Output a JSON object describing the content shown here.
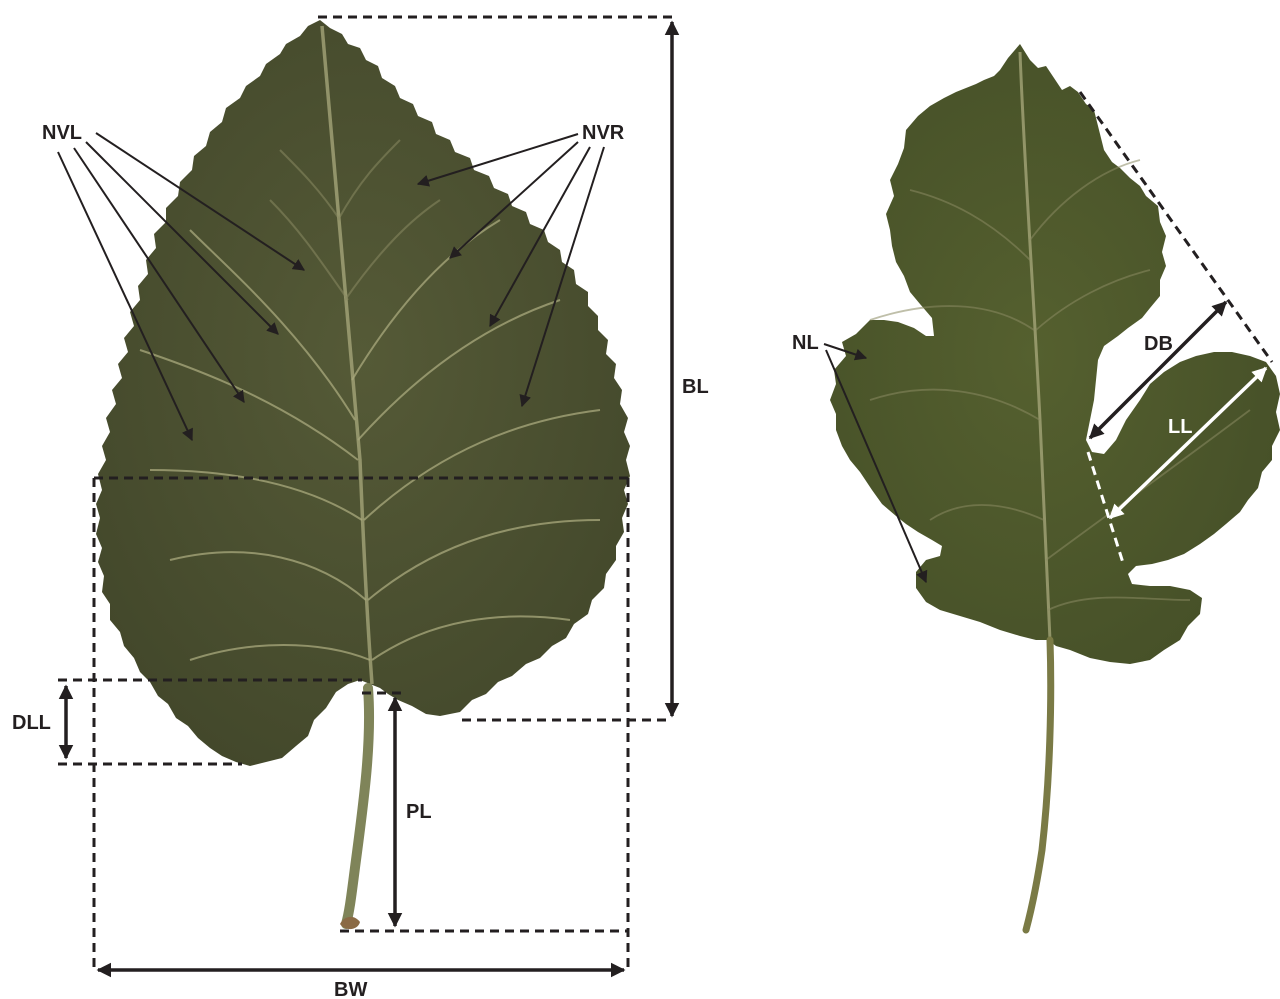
{
  "labels": {
    "nvl": "NVL",
    "nvr": "NVR",
    "bl": "BL",
    "dll": "DLL",
    "pl": "PL",
    "bw": "BW",
    "nl": "NL",
    "db": "DB",
    "ll": "LL"
  },
  "colors": {
    "background": "#ffffff",
    "leaf_fill": "#4a4f30",
    "leaf_fill_right": "#4d5530",
    "vein": "#a9a97e",
    "petiole": "#7f8459",
    "annotation_dark": "#231f20",
    "annotation_light": "#ffffff"
  }
}
